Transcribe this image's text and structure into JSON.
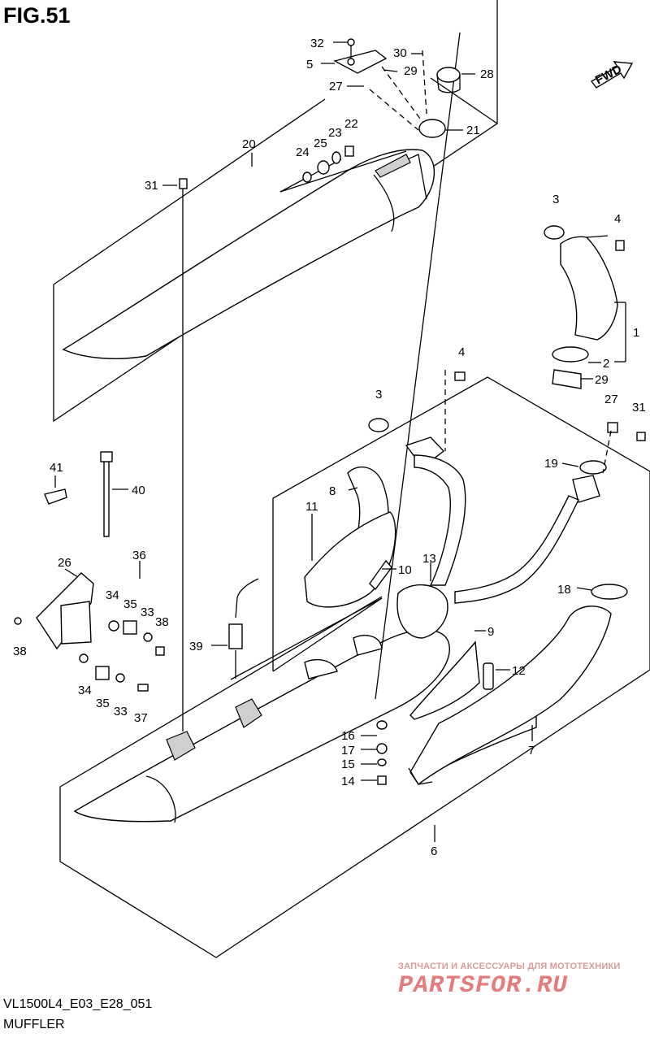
{
  "figure": {
    "title": "FIG.51"
  },
  "footer": {
    "model_code": "VL1500L4_E03_E28_051",
    "caption": "MUFFLER"
  },
  "direction_arrow": {
    "label": "FWD",
    "icon": "forward-arrow-icon"
  },
  "watermark": {
    "line1": "ЗАПЧАСТИ И АКСЕССУАРЫ ДЛЯ МОТОТЕХНИКИ",
    "line2": "PARTSFOR.RU"
  },
  "callouts": {
    "c1": "1",
    "c2": "2",
    "c3a": "3",
    "c3b": "3",
    "c4a": "4",
    "c4b": "4",
    "c5": "5",
    "c6": "6",
    "c7": "7",
    "c8": "8",
    "c9": "9",
    "c10": "10",
    "c11": "11",
    "c12": "12",
    "c13": "13",
    "c14": "14",
    "c15": "15",
    "c16": "16",
    "c17": "17",
    "c18": "18",
    "c19": "19",
    "c20": "20",
    "c21": "21",
    "c22": "22",
    "c23": "23",
    "c24": "24",
    "c25": "25",
    "c26": "26",
    "c27a": "27",
    "c27b": "27",
    "c28": "28",
    "c29a": "29",
    "c29b": "29",
    "c30": "30",
    "c31a": "31",
    "c31b": "31",
    "c32": "32",
    "c33a": "33",
    "c33b": "33",
    "c34a": "34",
    "c34b": "34",
    "c35a": "35",
    "c35b": "35",
    "c36": "36",
    "c37": "37",
    "c38a": "38",
    "c38b": "38",
    "c39": "39",
    "c40": "40",
    "c41": "41"
  }
}
